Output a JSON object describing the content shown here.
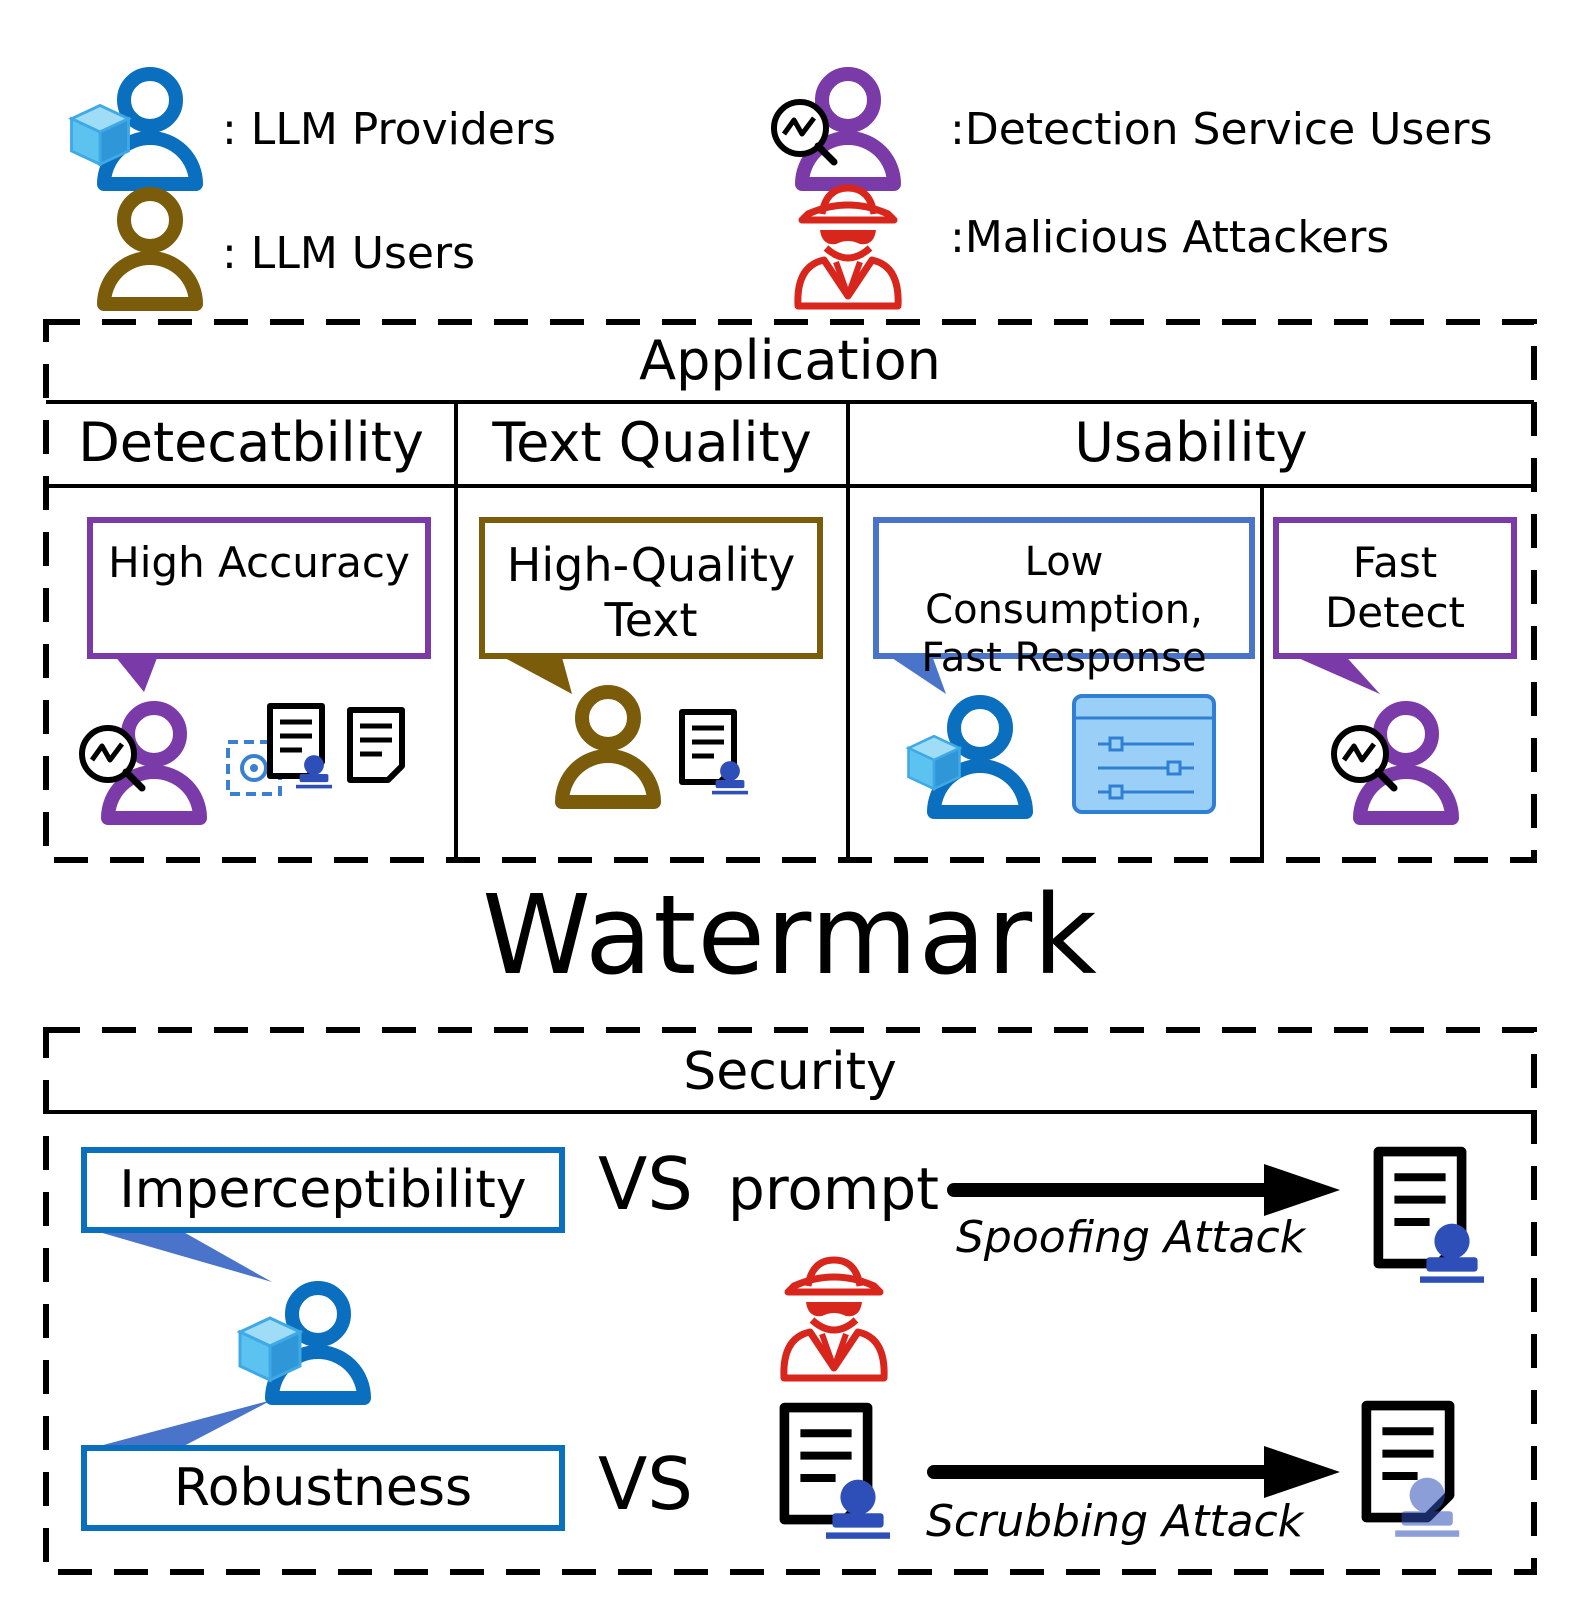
{
  "legend": {
    "providers": ": LLM Providers",
    "users": ": LLM Users",
    "detection": ":Detection Service Users",
    "attackers": ":Malicious Attackers"
  },
  "application": {
    "title": "Application",
    "columns": {
      "detectability": "Detecatbility",
      "text_quality": "Text Quality",
      "usability": "Usability"
    },
    "bubbles": {
      "high_accuracy": "High Accuracy",
      "high_quality": "High-Quality Text",
      "low_consumption": "Low Consumption, Fast Response",
      "fast_detect": "Fast Detect"
    }
  },
  "center_title": "Watermark",
  "security": {
    "title": "Security",
    "imperceptibility": "Imperceptibility",
    "robustness": "Robustness",
    "vs_top": "VS",
    "prompt": "prompt",
    "vs_bottom": "VS",
    "spoofing": "Spoofing Attack",
    "scrubbing": "Scrubbing Attack"
  },
  "colors": {
    "provider_blue": "#0a6fbf",
    "user_olive": "#7a5c0a",
    "detect_purple": "#7a3aa8",
    "attacker_red": "#d8261c",
    "bubble_blue": "#4a74c9"
  }
}
